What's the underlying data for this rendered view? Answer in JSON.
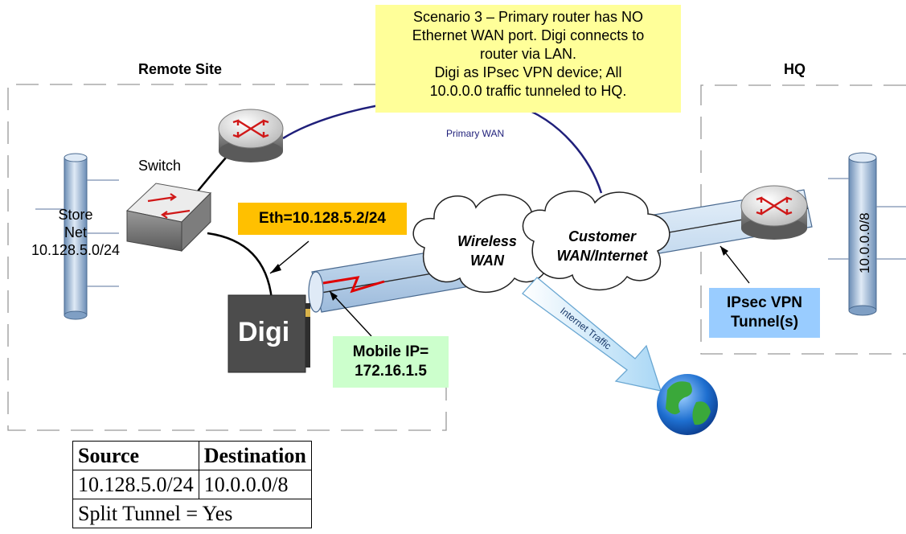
{
  "note": {
    "lines": [
      "Scenario 3 – Primary router has NO",
      "Ethernet WAN port. Digi connects to",
      "router via LAN.",
      "Digi as IPsec VPN device; All",
      "10.0.0.0 traffic tunneled to HQ."
    ]
  },
  "sites": {
    "remote": "Remote Site",
    "hq": "HQ"
  },
  "labels": {
    "switch": "Switch",
    "store_net": [
      "Store",
      "Net",
      "10.128.5.0/24"
    ],
    "hq_net": "10.0.0.0/8",
    "primary_wan": "Primary WAN",
    "wireless_wan": [
      "Wireless",
      "WAN"
    ],
    "customer_wan": [
      "Customer",
      "WAN/Internet"
    ],
    "internet_traffic": "Internet Traffic",
    "digi": "Digi"
  },
  "tags": {
    "eth": "Eth=10.128.5.2/24",
    "mobile_ip": [
      "Mobile IP=",
      "172.16.1.5"
    ],
    "ipsec": [
      "IPsec VPN",
      "Tunnel(s)"
    ]
  },
  "colors": {
    "note_bg": "#ffff99",
    "eth_bg": "#ffc000",
    "mobile_bg": "#ccffcc",
    "ipsec_bg": "#99ccff",
    "primary_wan_line": "#1f1f7a"
  },
  "route_table": {
    "headers": [
      "Source",
      "Destination"
    ],
    "rows": [
      [
        "10.128.5.0/24",
        "10.0.0.0/8"
      ]
    ],
    "footer": "Split Tunnel = Yes"
  }
}
